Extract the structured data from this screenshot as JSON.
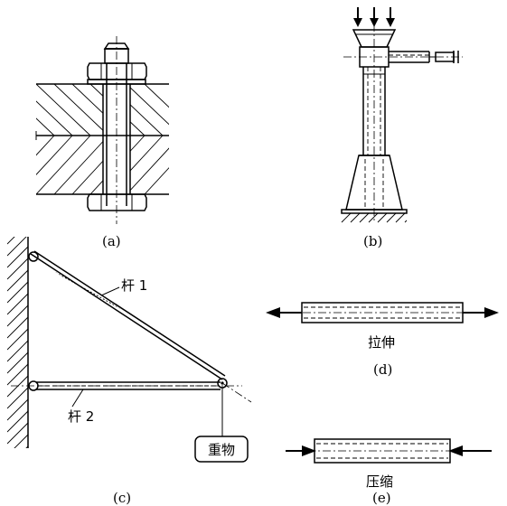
{
  "figure": {
    "panels": [
      {
        "id": "a",
        "caption": "(a)"
      },
      {
        "id": "b",
        "caption": "(b)"
      },
      {
        "id": "c",
        "caption": "(c)",
        "rod1_label": "杆 1",
        "rod2_label": "杆 2",
        "weight_label": "重物"
      },
      {
        "id": "d",
        "caption": "(d)",
        "state_label": "拉伸"
      },
      {
        "id": "e",
        "caption": "(e)",
        "state_label": "压缩"
      }
    ]
  }
}
